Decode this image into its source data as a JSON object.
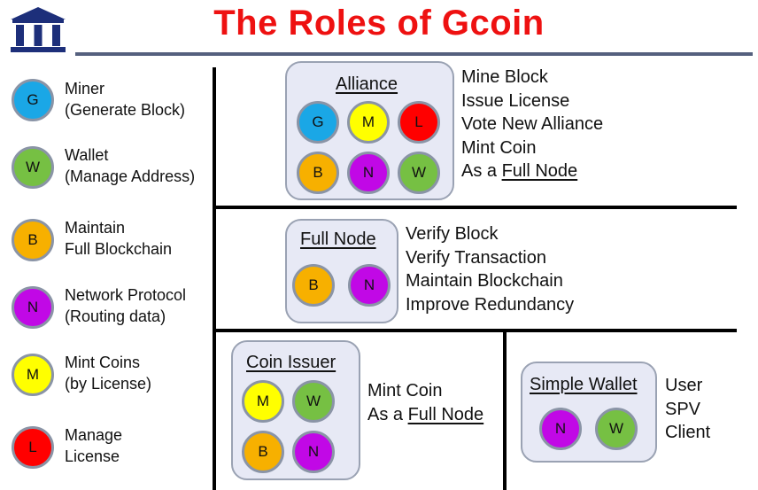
{
  "title": "The Roles of Gcoin",
  "legend": [
    {
      "letter": "G",
      "line1": "Miner",
      "line2": "(Generate Block)"
    },
    {
      "letter": "W",
      "line1": "Wallet",
      "line2": "(Manage Address)"
    },
    {
      "letter": "B",
      "line1": "Maintain",
      "line2": "Full Blockchain"
    },
    {
      "letter": "N",
      "line1": "Network Protocol",
      "line2": "(Routing data)"
    },
    {
      "letter": "M",
      "line1": "Mint Coins",
      "line2": "(by License)"
    },
    {
      "letter": "L",
      "line1": "Manage",
      "line2": "License"
    }
  ],
  "roles": {
    "alliance": {
      "title": "Alliance",
      "nodes": [
        "G",
        "M",
        "L",
        "B",
        "N",
        "W"
      ],
      "desc": [
        "Mine Block",
        "Issue License",
        "Vote New Alliance",
        "Mint Coin"
      ],
      "desc_last_prefix": "As a ",
      "desc_last_link": "Full Node"
    },
    "full_node": {
      "title": "Full Node",
      "nodes": [
        "B",
        "N"
      ],
      "desc": [
        "Verify Block",
        "Verify Transaction",
        "Maintain Blockchain",
        "Improve Redundancy"
      ]
    },
    "coin_issuer": {
      "title": "Coin Issuer",
      "nodes": [
        "M",
        "W",
        "B",
        "N"
      ],
      "desc": [
        "Mint Coin"
      ],
      "desc_last_prefix": "As a ",
      "desc_last_link": "Full Node"
    },
    "simple_wallet": {
      "title": "Simple Wallet",
      "nodes": [
        "N",
        "W"
      ],
      "desc": [
        "User",
        "SPV",
        "Client"
      ]
    }
  },
  "colors": {
    "G": "#1aa7e6",
    "W": "#76c043",
    "B": "#f7b000",
    "N": "#c108e6",
    "M": "#ffff00",
    "L": "#ff0000",
    "title": "#ee1111",
    "box_fill": "#e7e9f5",
    "rule": "#55607e"
  },
  "icons": {
    "logo": "university-building-icon"
  }
}
